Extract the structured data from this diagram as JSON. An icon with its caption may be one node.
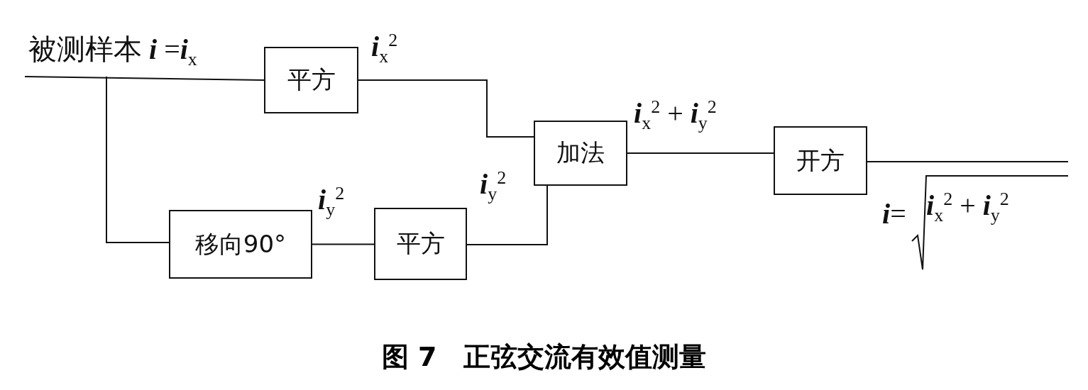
{
  "diagram": {
    "caption": "图 7　正弦交流有效值测量",
    "nodes": [
      {
        "text": [
          "平方"
        ]
      },
      {
        "text": [
          "加法"
        ]
      },
      {
        "text": [
          "开方"
        ]
      },
      {
        "text": [
          "移向90°"
        ]
      },
      {
        "text": [
          "平方"
        ]
      }
    ],
    "edges": [
      {
        "from": null,
        "to": 0,
        "arrow": "none"
      },
      {
        "from": null,
        "to": 3,
        "arrow": "none"
      },
      {
        "from": 0,
        "to": 1,
        "arrow": "none",
        "label": "*i*$_{x}$$^{2}$"
      },
      {
        "from": 3,
        "to": 4,
        "arrow": "none",
        "label": "*i*$_{y}$$^{2}$"
      },
      {
        "from": 4,
        "to": 1,
        "arrow": "none",
        "label": "*i*$_{y}$$^{2}$"
      },
      {
        "from": 1,
        "to": 2,
        "arrow": "none",
        "label": "*i*$_{x}$$^{2}$ + *i*$_{y}$$^{2}$"
      },
      {
        "from": 2,
        "to": null,
        "arrow": "none"
      }
    ],
    "labels": [
      "被测样本 *i* =*i*$_{x}$",
      "*i*=",
      "*i*$_{x}$$^{2}$ + *i*$_{y}$$^{2}$"
    ]
  }
}
